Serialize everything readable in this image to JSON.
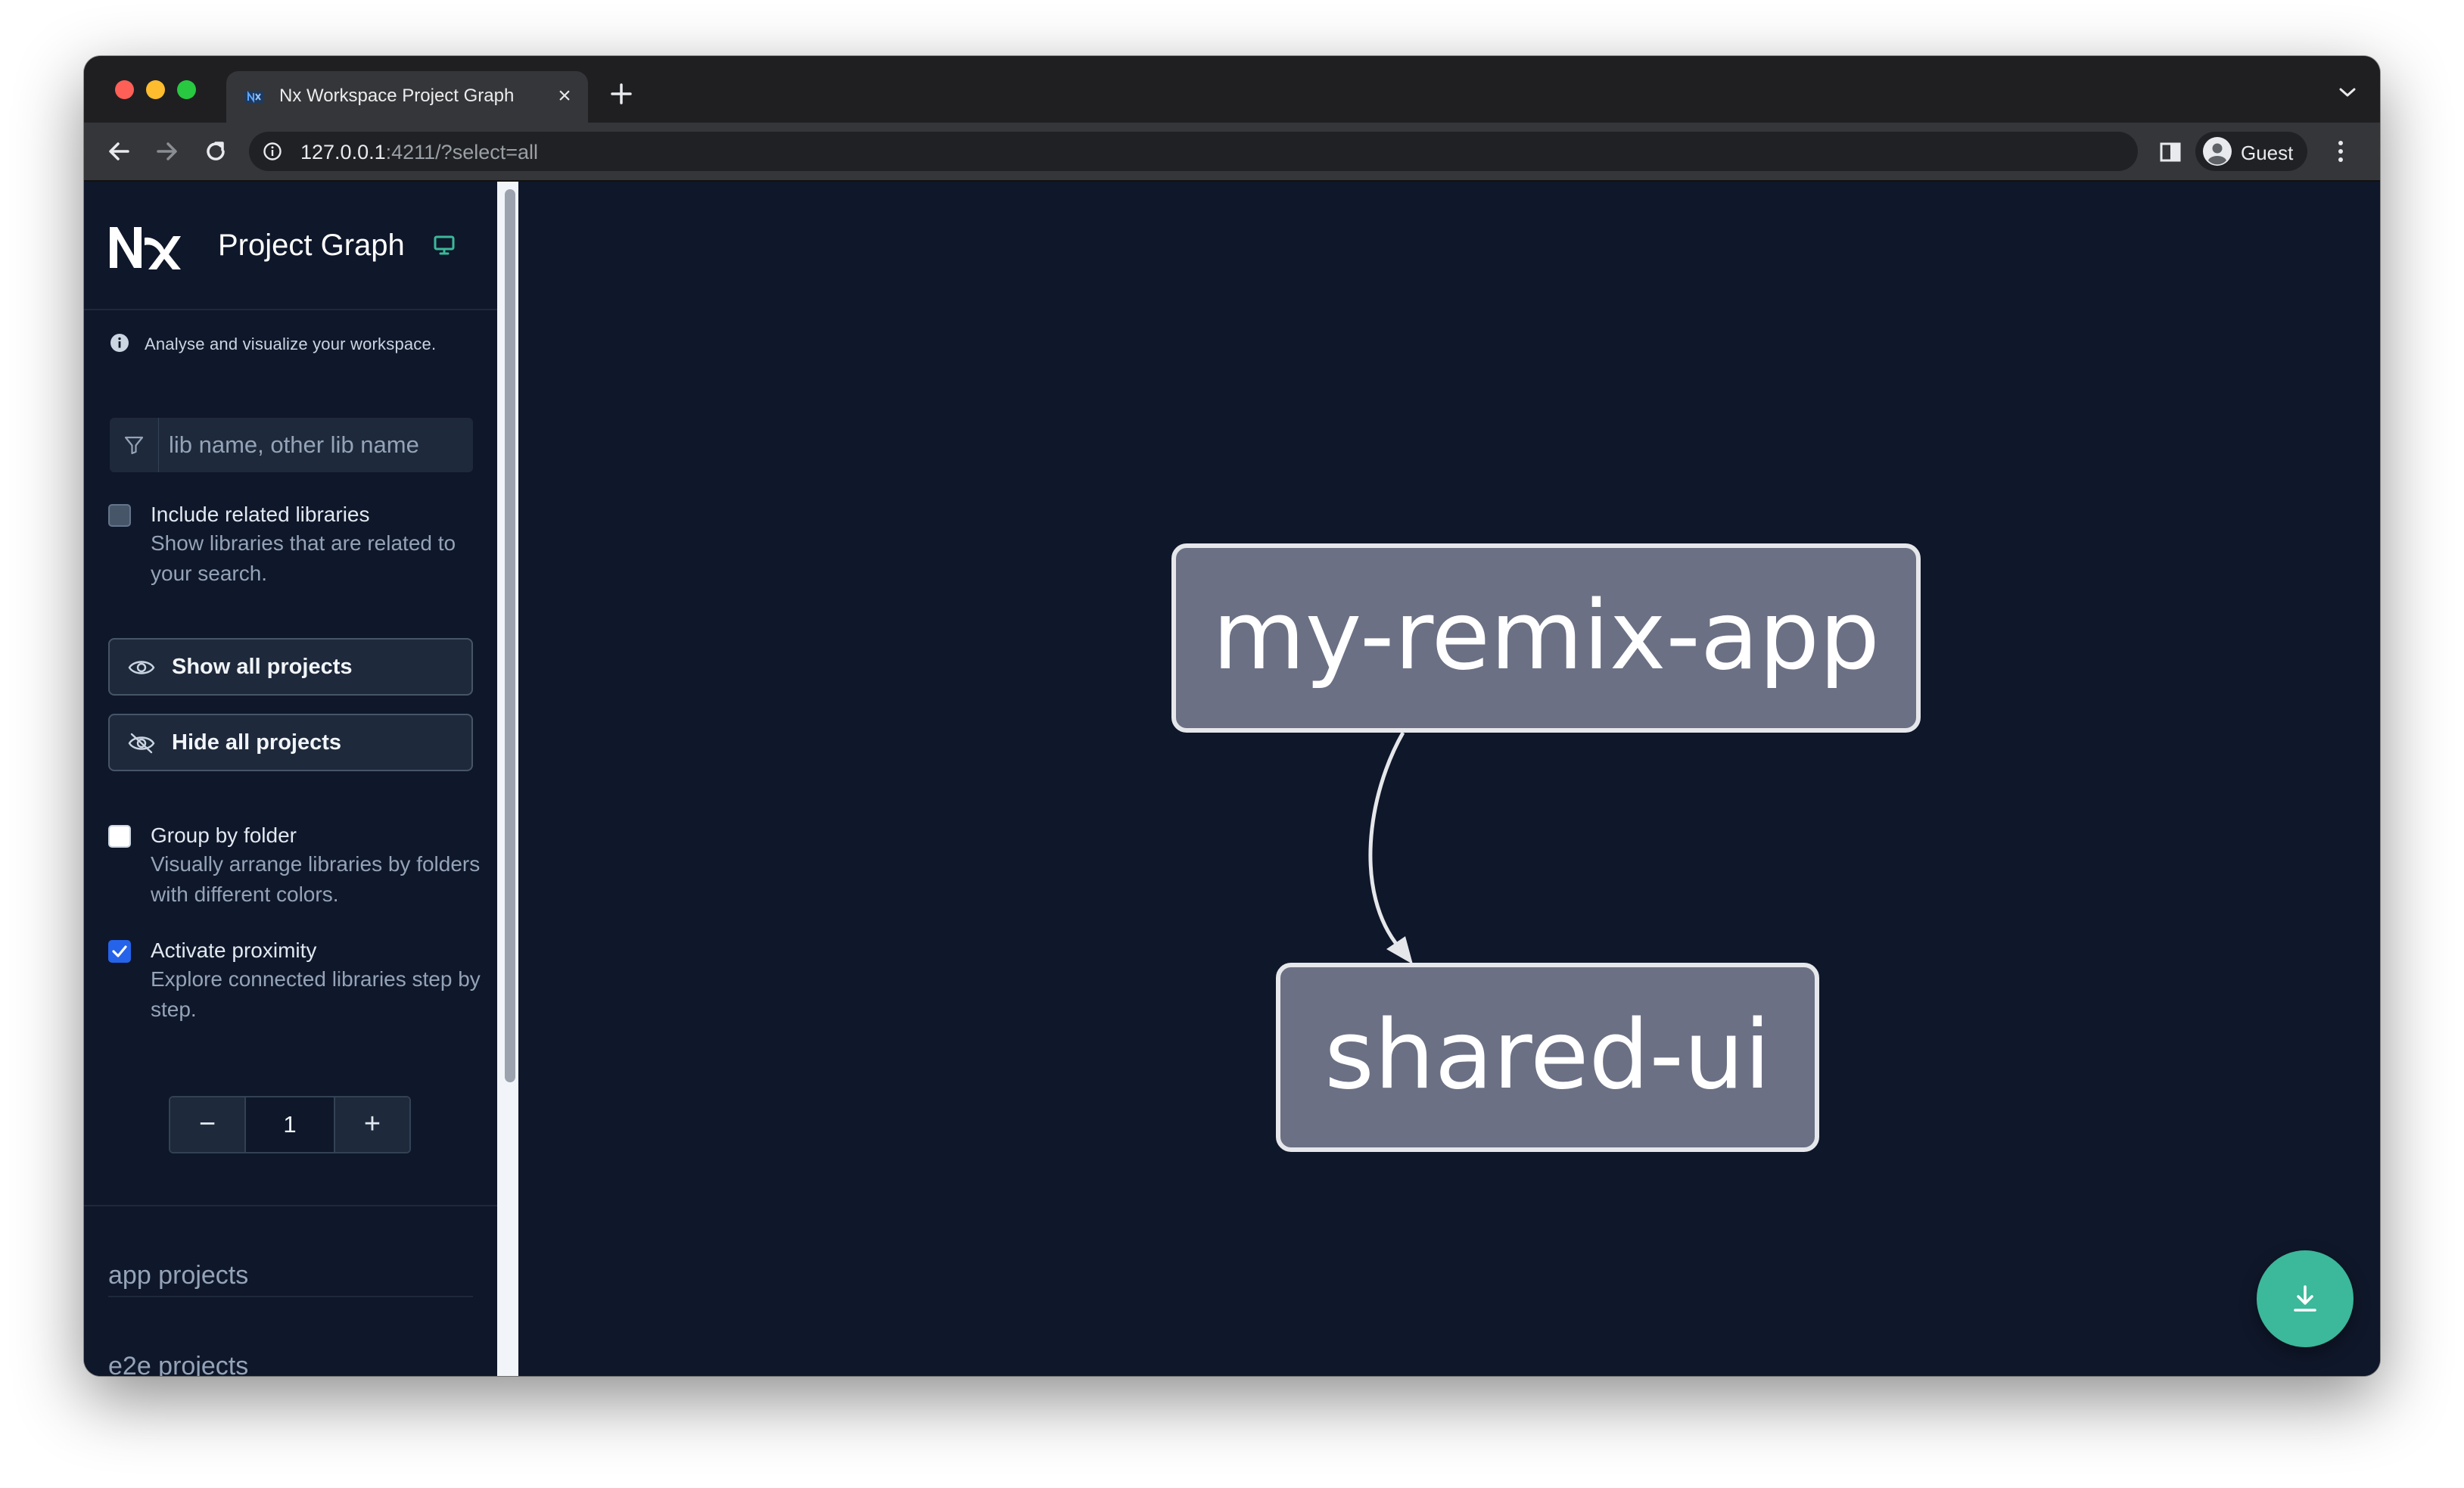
{
  "browser": {
    "tab_title": "Nx Workspace Project Graph",
    "tab_close": "×",
    "url_host": "127.0.0.1",
    "url_path": ":4211/?select=all",
    "profile_name": "Guest"
  },
  "sidebar": {
    "app_title": "Project Graph",
    "tagline": "Analyse and visualize your workspace.",
    "filter_placeholder": "lib name, other lib name",
    "include_related": {
      "label": "Include related libraries",
      "description": "Show libraries that are related to your search.",
      "checked": false
    },
    "show_all_label": "Show all projects",
    "hide_all_label": "Hide all projects",
    "group_by_folder": {
      "label": "Group by folder",
      "description": "Visually arrange libraries by folders with different colors.",
      "checked": false
    },
    "activate_proximity": {
      "label": "Activate proximity",
      "description": "Explore connected libraries step by step.",
      "checked": true
    },
    "proximity_stepper": {
      "minus": "−",
      "value": "1",
      "plus": "+"
    },
    "sections": [
      "app projects",
      "e2e projects"
    ]
  },
  "graph": {
    "nodes": [
      "my-remix-app",
      "shared-ui"
    ],
    "edges": [
      {
        "from": "my-remix-app",
        "to": "shared-ui"
      }
    ]
  },
  "colors": {
    "background": "#0f172a",
    "node_fill": "#6b7084",
    "node_border": "#e5e7eb",
    "accent": "#3cb89a",
    "checkbox_checked": "#2563eb"
  }
}
